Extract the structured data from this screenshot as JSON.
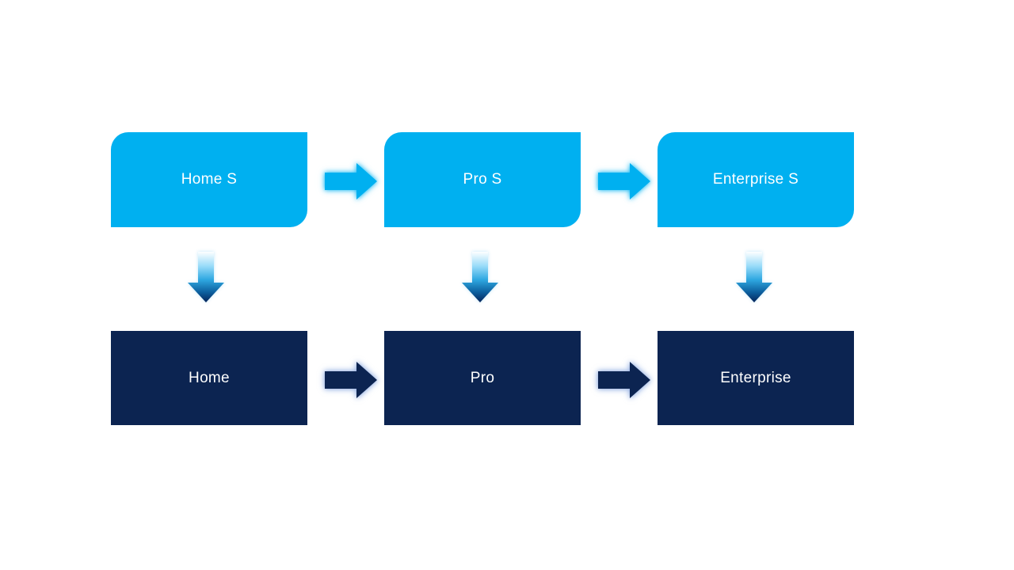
{
  "colors": {
    "light_blue": "#00B0F0",
    "dark_navy": "#0C2451",
    "text_white": "#FFFFFF"
  },
  "flow": {
    "top_row": {
      "items": [
        {
          "label": "Home S"
        },
        {
          "label": "Pro S"
        },
        {
          "label": "Enterprise S"
        }
      ]
    },
    "bottom_row": {
      "items": [
        {
          "label": "Home"
        },
        {
          "label": "Pro"
        },
        {
          "label": "Enterprise"
        }
      ]
    }
  }
}
